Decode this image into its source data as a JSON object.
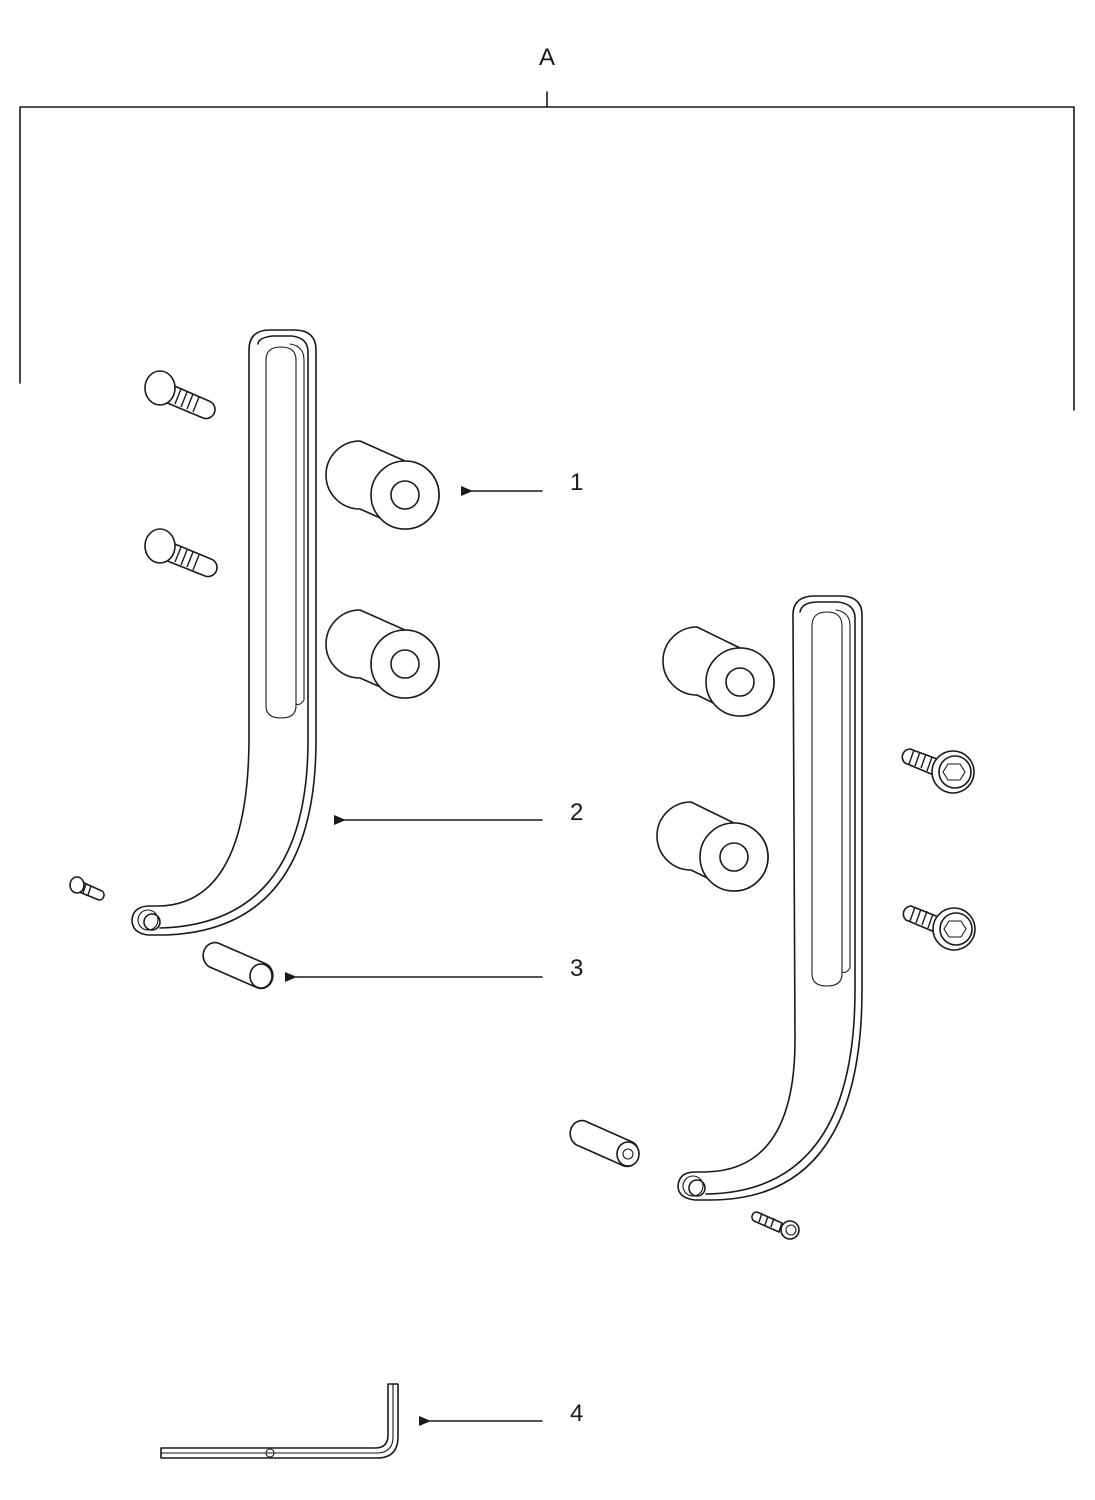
{
  "group_label": "A",
  "callouts": [
    {
      "id": "1",
      "label": "1"
    },
    {
      "id": "2",
      "label": "2"
    },
    {
      "id": "3",
      "label": "3"
    },
    {
      "id": "4",
      "label": "4"
    }
  ],
  "colors": {
    "line": "#1a1a1a",
    "background": "#ffffff"
  }
}
